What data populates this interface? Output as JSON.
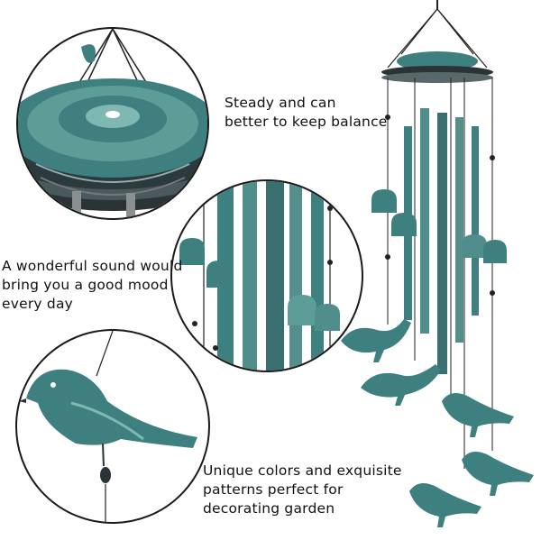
{
  "captions": {
    "top": [
      "Steady and can",
      "better to keep balance"
    ],
    "middle": [
      "A wonderful sound would",
      "bring you a good mood",
      "every day"
    ],
    "bottom": [
      "Unique colors and exquisite",
      "patterns perfect for",
      "decorating garden"
    ]
  },
  "colors": {
    "patina": "#3e7f7f",
    "patina_light": "#7fb8b2",
    "dark_metal": "#1f2a2c",
    "ink": "#111111"
  }
}
